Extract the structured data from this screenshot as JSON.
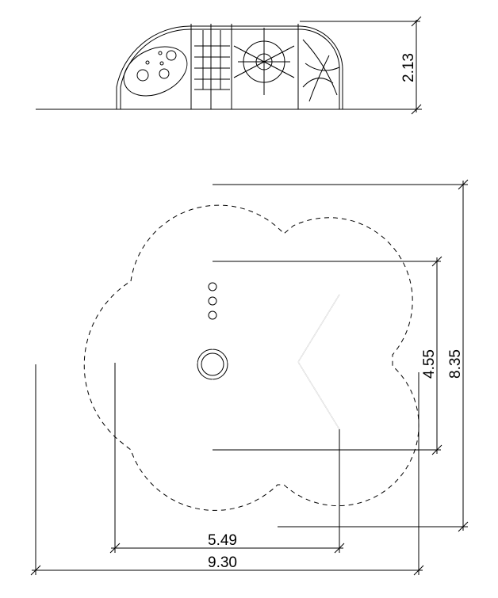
{
  "elevation": {
    "height_label": "2.13"
  },
  "plan": {
    "depth_inner_label": "4.55",
    "depth_outer_label": "8.35",
    "width_inner_label": "5.49",
    "width_outer_label": "9.30"
  },
  "colors": {
    "line": "#000000",
    "background": "#ffffff"
  }
}
